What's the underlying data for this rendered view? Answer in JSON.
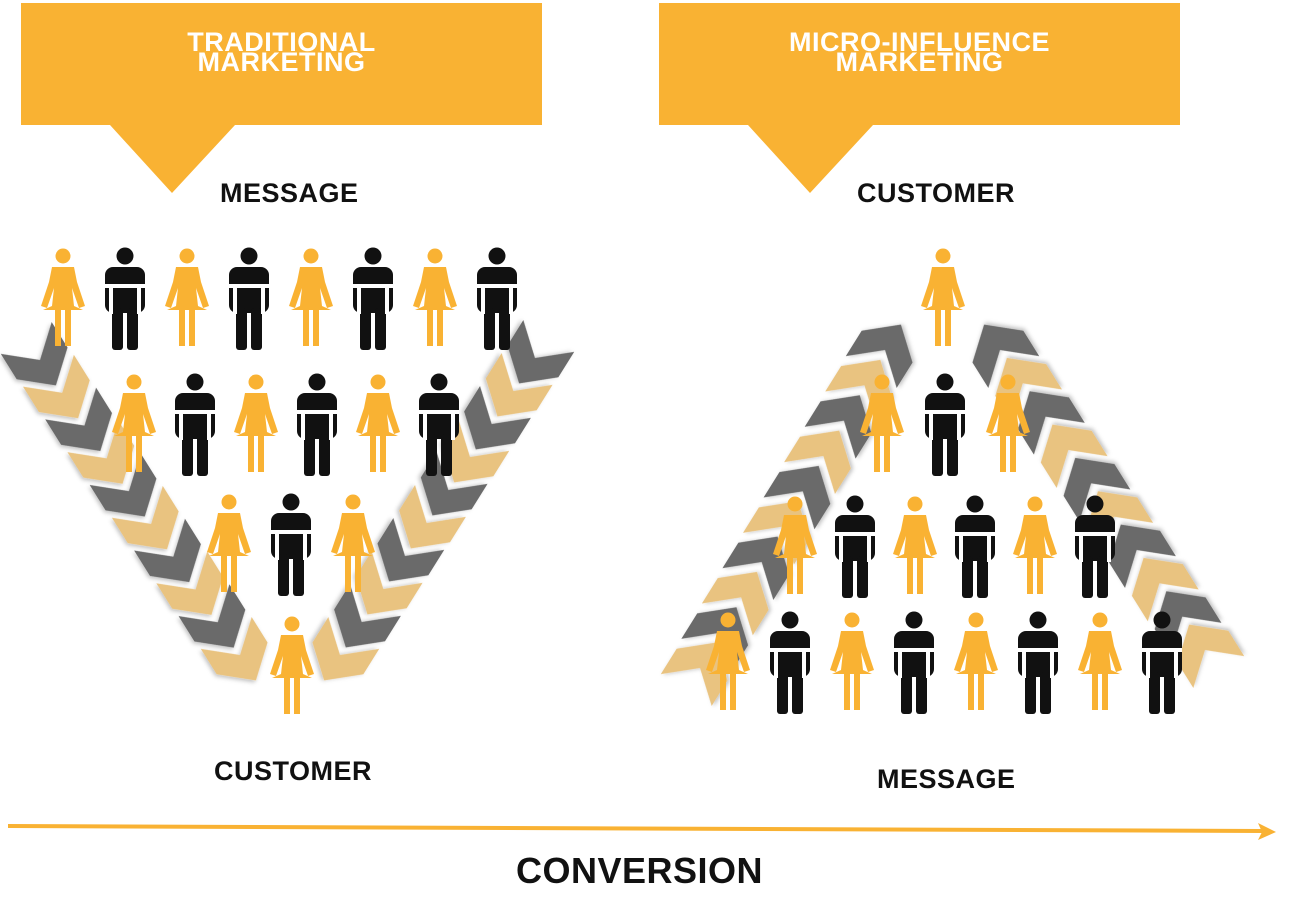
{
  "colors": {
    "accent": "#F9B233",
    "accent_light": "#EDC27E",
    "dark": "#111111",
    "arrow_dark": "#6B6B6B",
    "arrow_light": "#E9C380",
    "text_white": "#FFFFFF"
  },
  "left_panel": {
    "title_line1": "TRADITIONAL",
    "title_line2": "MARKETING",
    "top_label": "MESSAGE",
    "bottom_label": "CUSTOMER"
  },
  "right_panel": {
    "title_line1": "MICRO-INFLUENCE",
    "title_line2": "MARKETING",
    "top_label": "CUSTOMER",
    "bottom_label": "MESSAGE"
  },
  "axis": {
    "label": "CONVERSION"
  },
  "icons": {
    "female": "female-person-icon",
    "male": "male-person-icon",
    "chevron": "chevron-arrow-icon"
  },
  "crowds": {
    "left_rows": [
      [
        "f",
        "m",
        "f",
        "m",
        "f",
        "m",
        "f",
        "m"
      ],
      [
        "f",
        "m",
        "f",
        "m",
        "f",
        "m"
      ],
      [
        "f",
        "m",
        "f"
      ],
      [
        "f"
      ]
    ],
    "right_rows": [
      [
        "f"
      ],
      [
        "f",
        "m",
        "f"
      ],
      [
        "f",
        "m",
        "f",
        "m",
        "f",
        "m"
      ],
      [
        "f",
        "m",
        "f",
        "m",
        "f",
        "m",
        "f",
        "m"
      ]
    ]
  }
}
